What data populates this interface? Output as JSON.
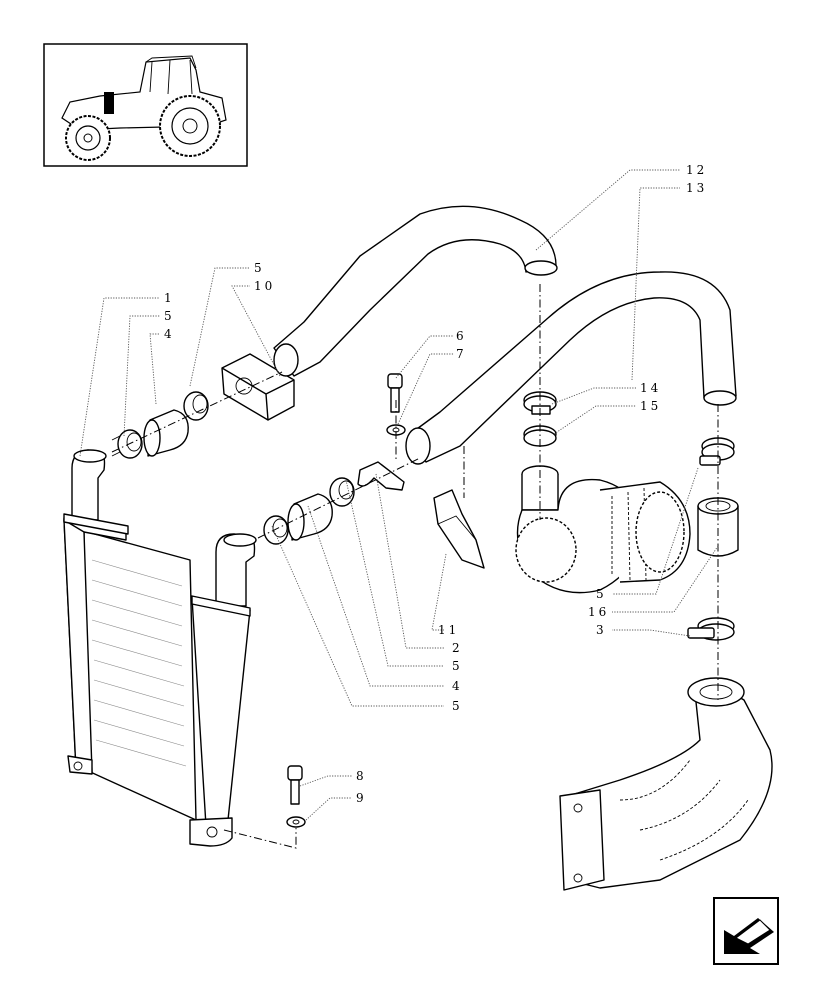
{
  "callouts": {
    "c12": "12",
    "c13": "13",
    "c5_top": "5",
    "c10": "10",
    "c1": "1",
    "c5_left": "5",
    "c4_left": "4",
    "c6": "6",
    "c7": "7",
    "c14": "14",
    "c15": "15",
    "c5_right": "5",
    "c16": "16",
    "c3": "3",
    "c11": "11",
    "c2": "2",
    "c5_b1": "5",
    "c4_b": "4",
    "c5_b2": "5",
    "c8": "8",
    "c9": "9"
  },
  "icons": {
    "thumbnail": "tractor-thumbnail-icon",
    "nav": "previous-page-arrow-icon"
  }
}
